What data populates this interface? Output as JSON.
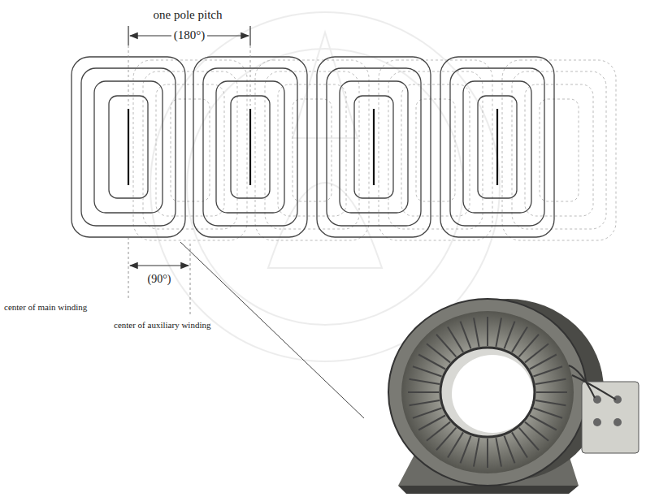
{
  "diagram": {
    "labels": [
      "one pole pitch",
      "(180°)",
      "(90°)",
      "center of main winding",
      "center of auxiliary winding"
    ]
  }
}
